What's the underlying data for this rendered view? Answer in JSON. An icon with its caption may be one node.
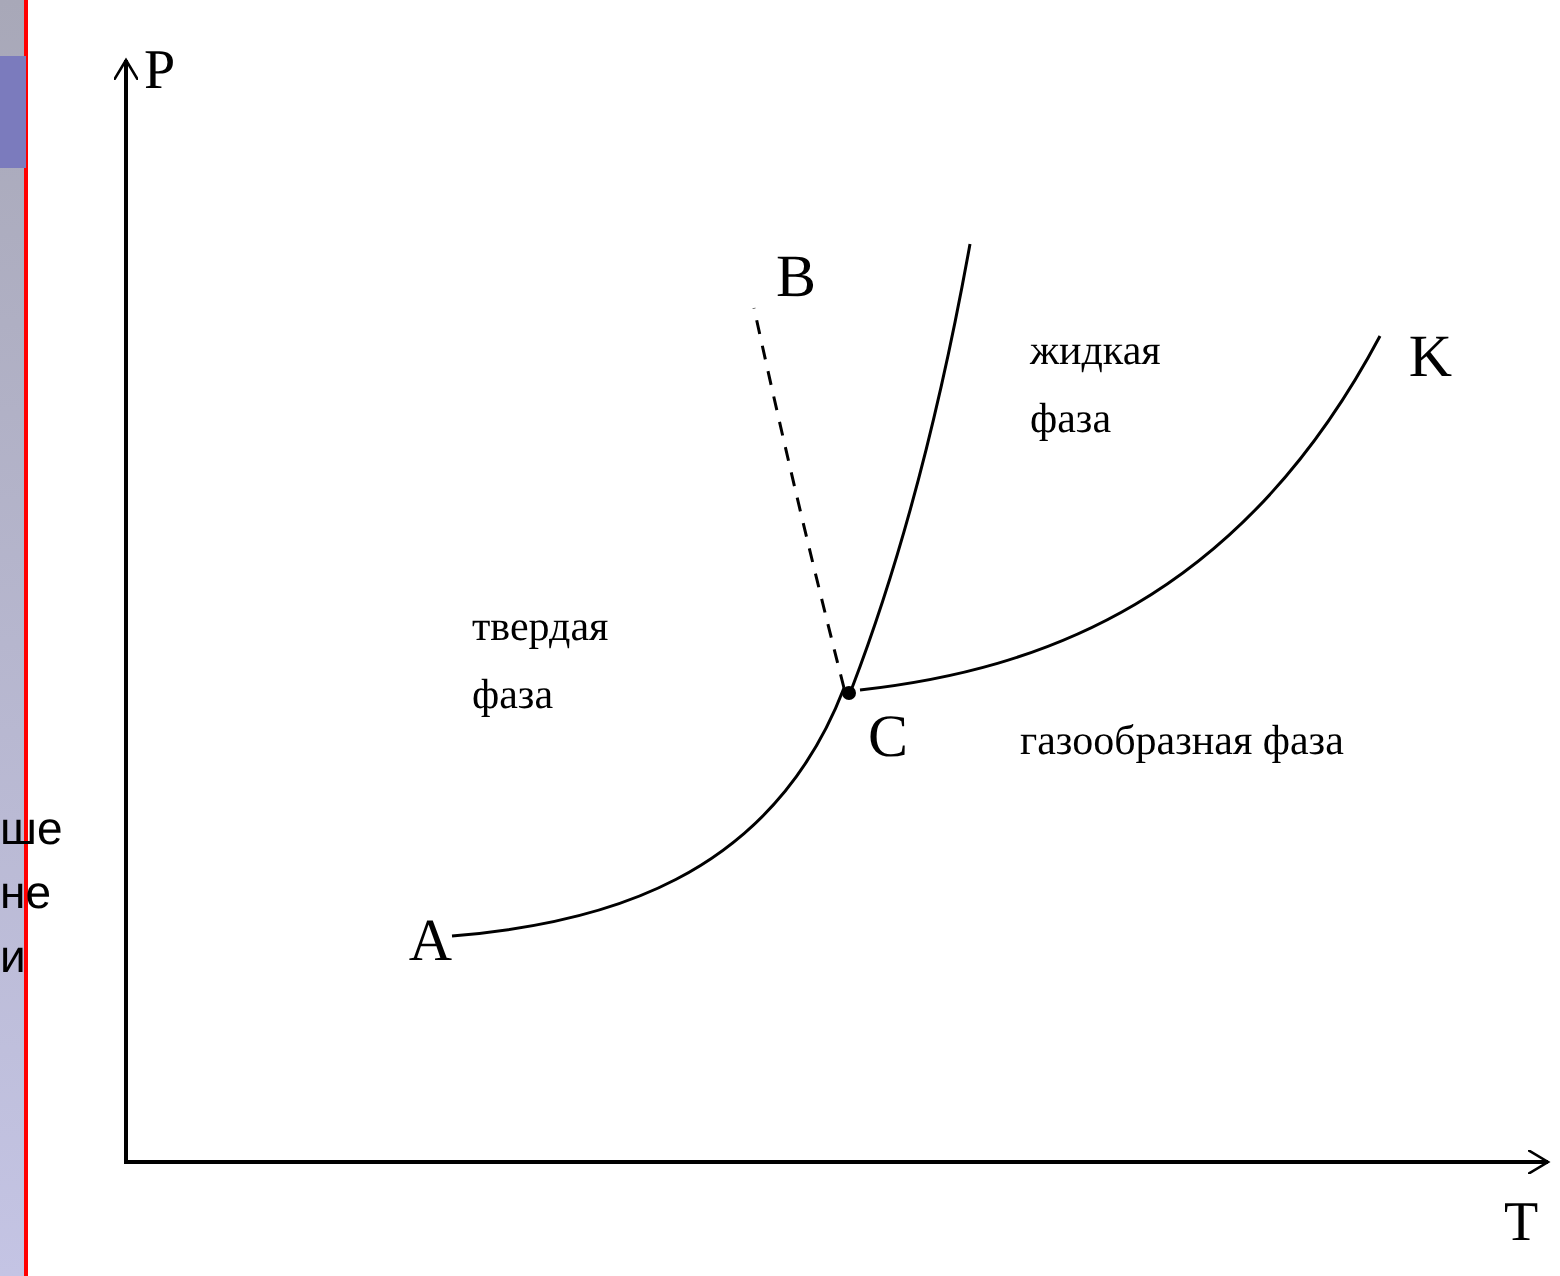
{
  "diagram": {
    "nodes": [
      {
        "text": [
          "B"
        ]
      },
      {
        "text": [
          "K"
        ]
      },
      {
        "text": [
          "C"
        ]
      },
      {
        "text": [
          "A"
        ]
      }
    ],
    "edges": [
      {
        "from": 3,
        "to": 2,
        "arrow": "none"
      },
      {
        "from": 2,
        "to": 0,
        "arrow": "none",
        "style": "dashed"
      },
      {
        "from": 2,
        "to": null,
        "arrow": "none"
      },
      {
        "from": 2,
        "to": 1,
        "arrow": "none"
      }
    ],
    "labels": [
      "P",
      "жидкая фаза",
      "твердая фаза",
      "газообразная фаза",
      "ше",
      "не",
      "и",
      "T"
    ]
  }
}
